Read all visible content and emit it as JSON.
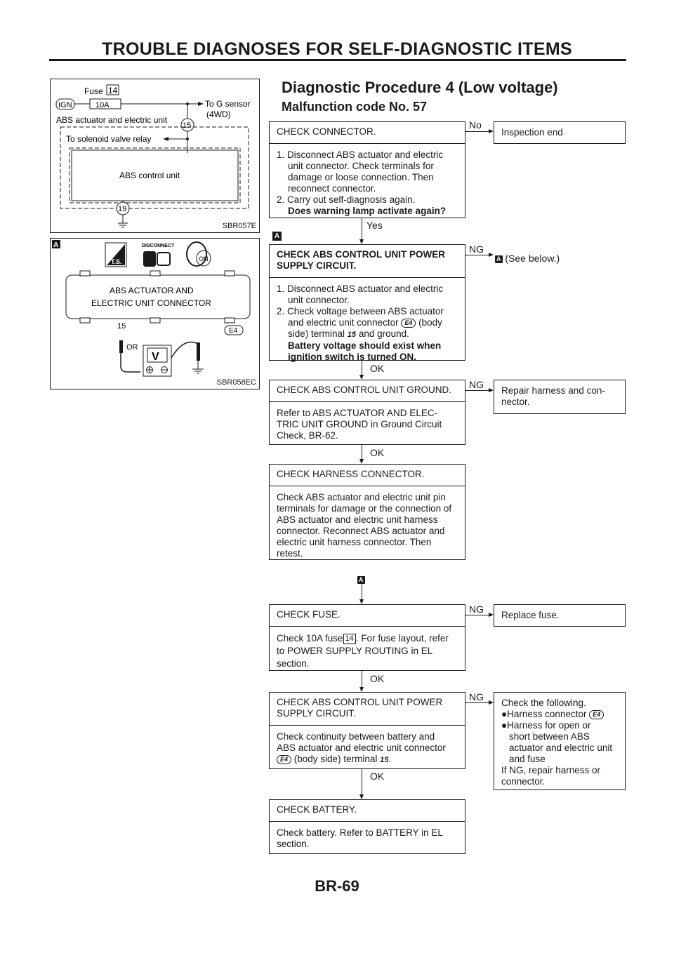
{
  "header": {
    "title": "TROUBLE DIAGNOSES FOR SELF-DIAGNOSTIC ITEMS"
  },
  "procedure": {
    "title": "Diagnostic Procedure 4 (Low voltage)",
    "subtitle": "Malfunction code No. 57"
  },
  "fig1": {
    "code": "SBR057E",
    "fuse_label": "Fuse",
    "fuse_no": "14",
    "ign": "IGN",
    "amp": "10A",
    "to_g_sensor": "To G sensor",
    "four_wd": "(4WD)",
    "unit_label": "ABS actuator and electric unit",
    "pin_15": "15",
    "relay_label": "To solenoid valve relay",
    "control_unit": "ABS control unit",
    "pin_19": "19"
  },
  "fig2": {
    "code": "SBR058EC",
    "marker": "A",
    "ts": "T.S.",
    "disconnect": "DISCONNECT",
    "on": "ON",
    "connector_line1": "ABS ACTUATOR AND",
    "connector_line2": "ELECTRIC UNIT CONNECTOR",
    "pin": "15",
    "connector_id": "E4",
    "wire_color": "OR",
    "meter": "V"
  },
  "steps": {
    "s1": {
      "head": "CHECK CONNECTOR.",
      "l1": "1. Disconnect ABS actuator and electric",
      "l2": "unit connector. Check terminals for",
      "l3": "damage or loose connection. Then",
      "l4": "reconnect connector.",
      "l5": "2. Carry out self-diagnosis again.",
      "l6": "Does warning lamp activate again?",
      "no": "No",
      "yes": "Yes",
      "result": "Inspection end"
    },
    "s2": {
      "marker": "A",
      "head1": "CHECK ABS CONTROL UNIT POWER",
      "head2": "SUPPLY CIRCUIT.",
      "l1": "1. Disconnect ABS actuator and electric",
      "l2": "unit connector.",
      "l3": "2. Check voltage between ABS actuator",
      "l4a": "and electric unit connector",
      "conn": "E4",
      "l4b": "(body",
      "l5a": "side) terminal",
      "term": "15",
      "l5b": "and ground.",
      "l6": "Battery voltage should exist when",
      "l7": "ignition switch is turned ON.",
      "ng": "NG",
      "ok": "OK",
      "ref": "A",
      "result": "(See below.)"
    },
    "s3": {
      "head": "CHECK ABS CONTROL UNIT GROUND.",
      "l1": "Refer to ABS ACTUATOR AND ELEC-",
      "l2": "TRIC UNIT GROUND in Ground Circuit",
      "l3": "Check, BR-62.",
      "ng": "NG",
      "ok": "OK",
      "result1": "Repair harness and con-",
      "result2": "nector."
    },
    "s4": {
      "head": "CHECK HARNESS CONNECTOR.",
      "l1": "Check ABS actuator and electric unit pin",
      "l2": "terminals for damage or the connection of",
      "l3": "ABS actuator and electric unit harness",
      "l4": "connector. Reconnect ABS actuator and",
      "l5": "electric unit harness connector. Then",
      "l6": "retest."
    },
    "join": {
      "ref": "A"
    },
    "s5": {
      "head": "CHECK FUSE.",
      "l1a": "Check 10A fuse",
      "fuse": "14",
      "l1b": ". For fuse layout, refer",
      "l2": "to POWER SUPPLY ROUTING in EL",
      "l3": "section.",
      "ng": "NG",
      "ok": "OK",
      "result": "Replace fuse."
    },
    "s6": {
      "head1": "CHECK ABS CONTROL UNIT POWER",
      "head2": "SUPPLY CIRCUIT.",
      "l1": "Check continuity between battery and",
      "l2": "ABS actuator and electric unit connector",
      "conn": "E4",
      "l3a": "(body side) terminal",
      "term": "15",
      "l3b": ".",
      "ng": "NG",
      "ok": "OK",
      "r1": "Check the following.",
      "r2": "Harness connector",
      "r2conn": "E4",
      "r3": "Harness for open or",
      "r4": "short between ABS",
      "r5": "actuator and electric unit",
      "r6": "and fuse",
      "r7": "If NG, repair harness or",
      "r8": "connector."
    },
    "s7": {
      "head": "CHECK BATTERY.",
      "l1": "Check battery. Refer to BATTERY in EL",
      "l2": "section."
    }
  },
  "footer": {
    "page": "BR-69"
  }
}
